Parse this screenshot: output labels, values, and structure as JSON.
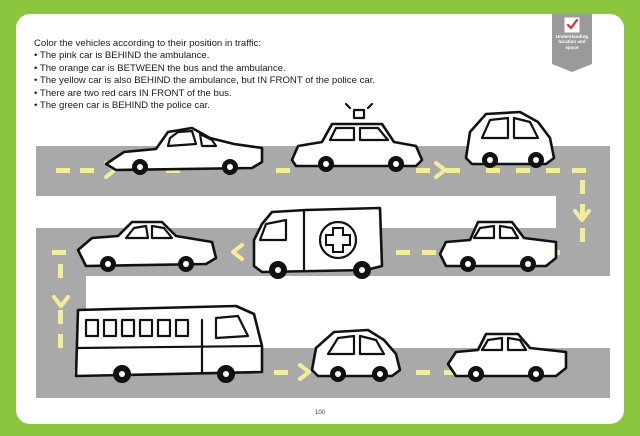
{
  "instructions": {
    "title": "Color the vehicles according to their position in traffic:",
    "items": [
      "The pink car is BEHIND the ambulance.",
      "The orange car is BETWEEN the bus and the ambulance.",
      "The yellow car is also BEHIND the ambulance, but IN FRONT of the police car.",
      "There are two red cars IN FRONT of the bus.",
      "The green car is BEHIND the police car."
    ]
  },
  "badge": {
    "line1": "Understanding",
    "line2": "location and",
    "line3": "space"
  },
  "page_number": "100",
  "colors": {
    "frame": "#8cc63f",
    "road": "#a9a9a9",
    "lane_marking": "#f3ec9a",
    "badge": "#9a9a9a",
    "check": "#e0302b"
  },
  "icons": [
    "checklist-icon",
    "ambulance-cross-icon"
  ]
}
